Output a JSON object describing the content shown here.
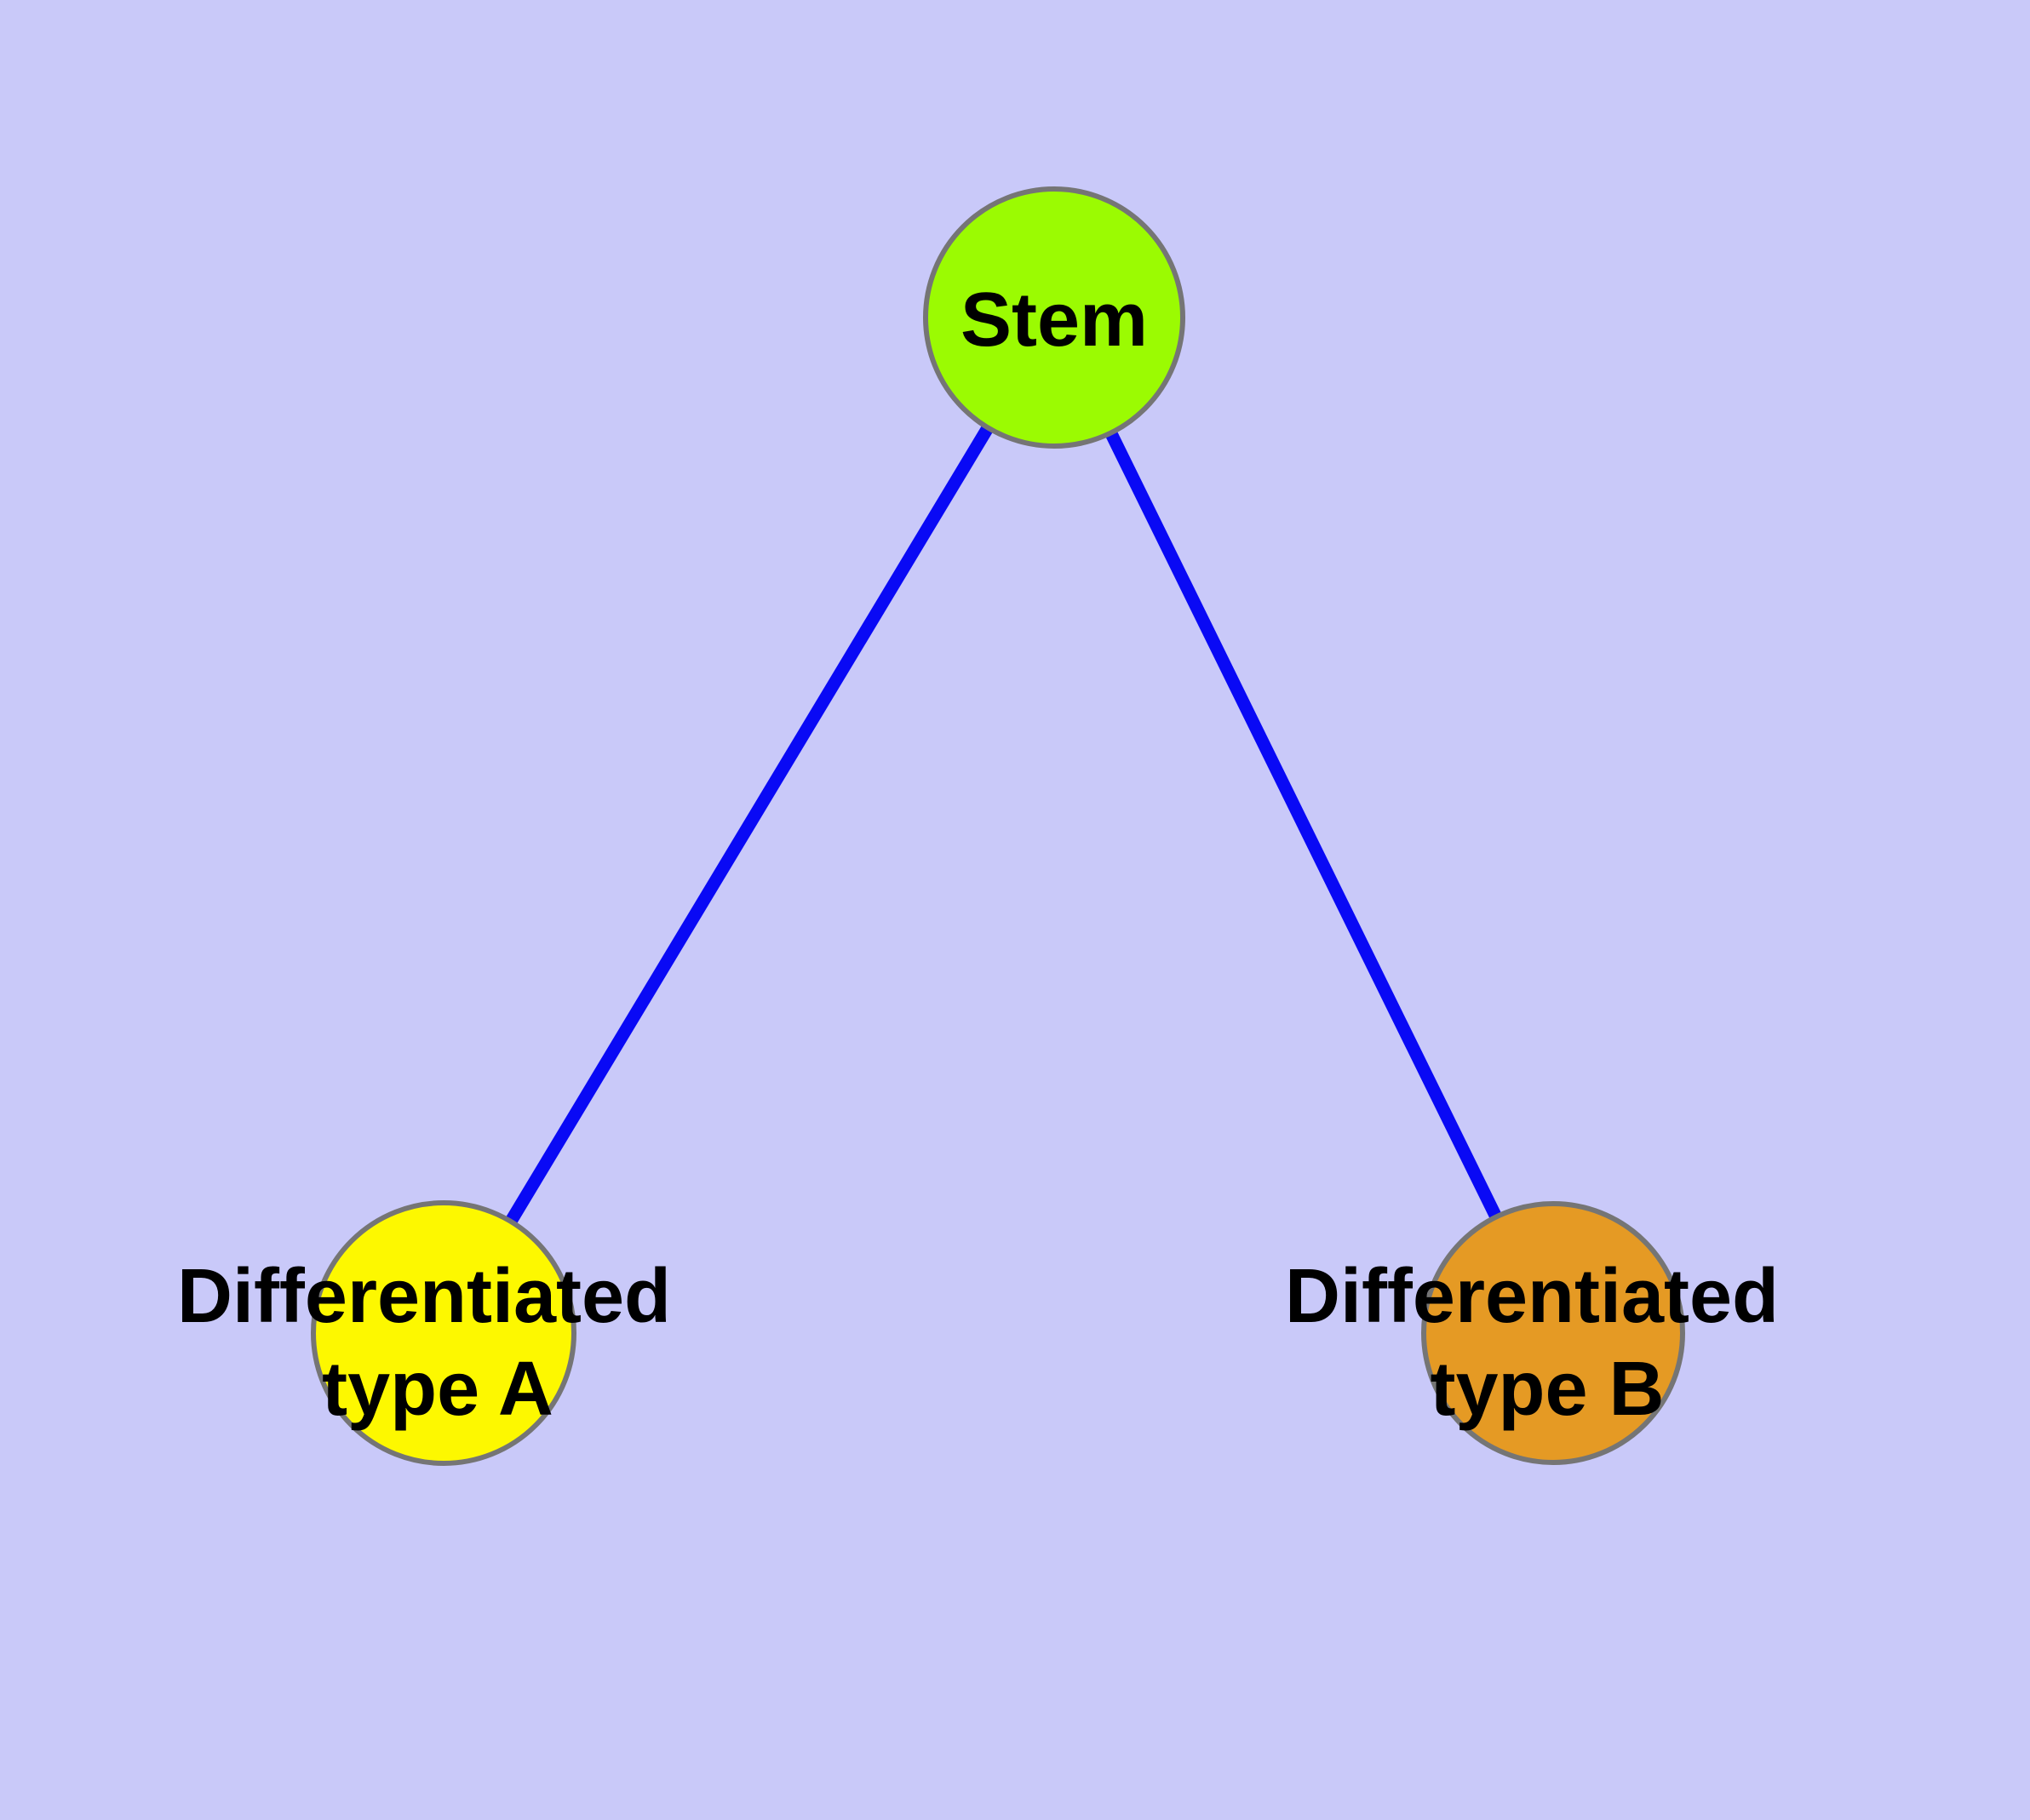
{
  "style": {
    "background_color": "#C9C9F9",
    "edge_color": "#0909F5",
    "node_border_color": "#757575",
    "label_color": "#000000"
  },
  "graph": {
    "nodes": {
      "stem": {
        "label": "Stem",
        "fill": "#9BFB02"
      },
      "type_a": {
        "label_line1": "Differentiated",
        "label_line2": "type A",
        "fill": "#FDF800"
      },
      "type_b": {
        "label_line1": "Differentiated",
        "label_line2": "type B",
        "fill": "#E59A24"
      }
    },
    "edges": [
      {
        "from": "Stem",
        "to": "Differentiated type A"
      },
      {
        "from": "Stem",
        "to": "Differentiated type B"
      }
    ]
  }
}
